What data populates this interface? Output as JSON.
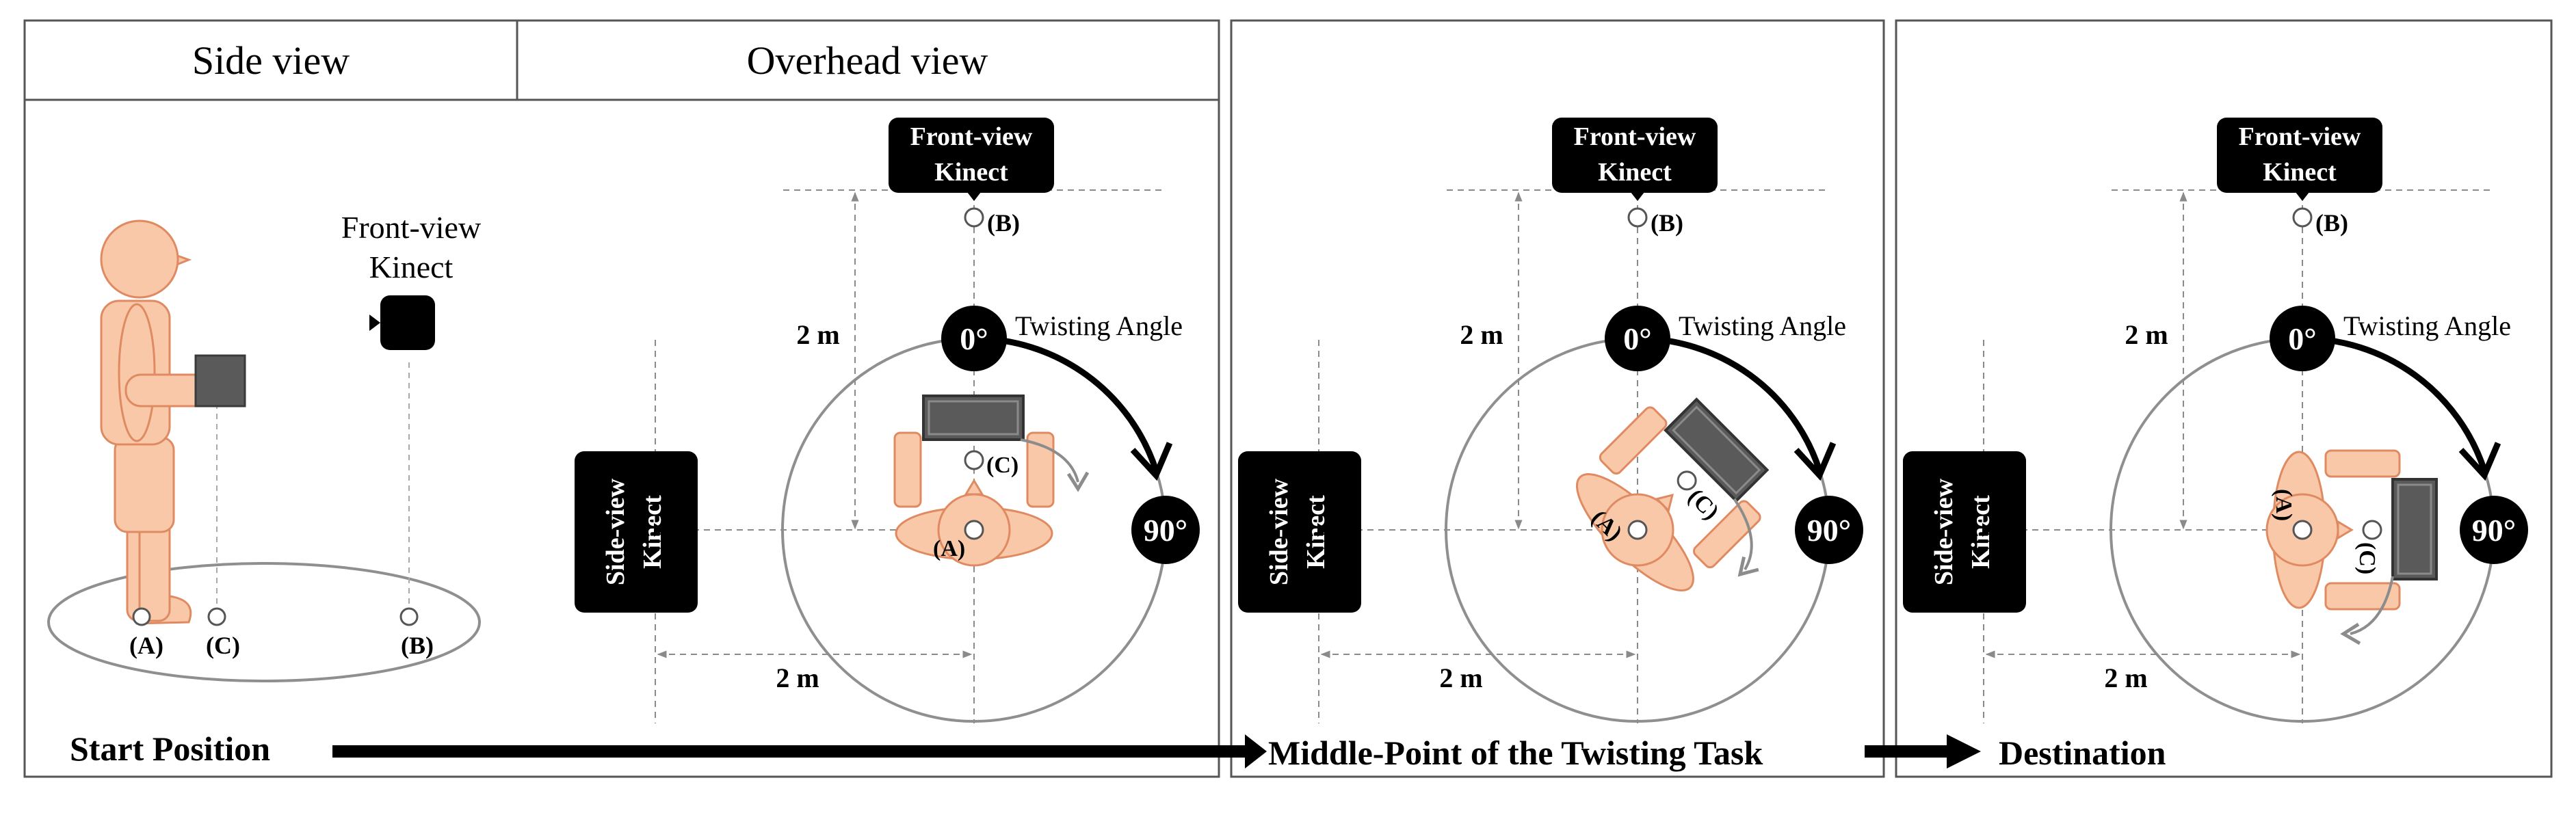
{
  "headers": {
    "side_view": "Side view",
    "overhead_view": "Overhead view"
  },
  "side_view": {
    "camera_label_line1": "Front-view",
    "camera_label_line2": "Kinect",
    "marker_a": "(A)",
    "marker_c": "(C)",
    "marker_b": "(B)"
  },
  "overhead_common": {
    "front_kinect_line1": "Front-view",
    "front_kinect_line2": "Kinect",
    "side_kinect_line1": "Side-view",
    "side_kinect_line2": "Kinect",
    "dist_vertical": "2 m",
    "dist_horizontal": "2 m",
    "angle_start": "0°",
    "angle_end": "90°",
    "angle_caption": "Twisting Angle",
    "marker_a": "(A)",
    "marker_b": "(B)",
    "marker_c": "(C)"
  },
  "stages": {
    "start": "Start Position",
    "middle": "Middle-Point of the Twisting Task",
    "destination": "Destination"
  },
  "twist_degrees": [
    0,
    45,
    90
  ],
  "colors": {
    "skin_fill": "#f8c8a8",
    "skin_stroke": "#e08a62",
    "box_fill": "#5a5a5a",
    "circle_stroke": "#8f8f8f",
    "dash": "#8a8a8a",
    "ink": "#000000",
    "twist_arrow": "#8c8c8c"
  }
}
